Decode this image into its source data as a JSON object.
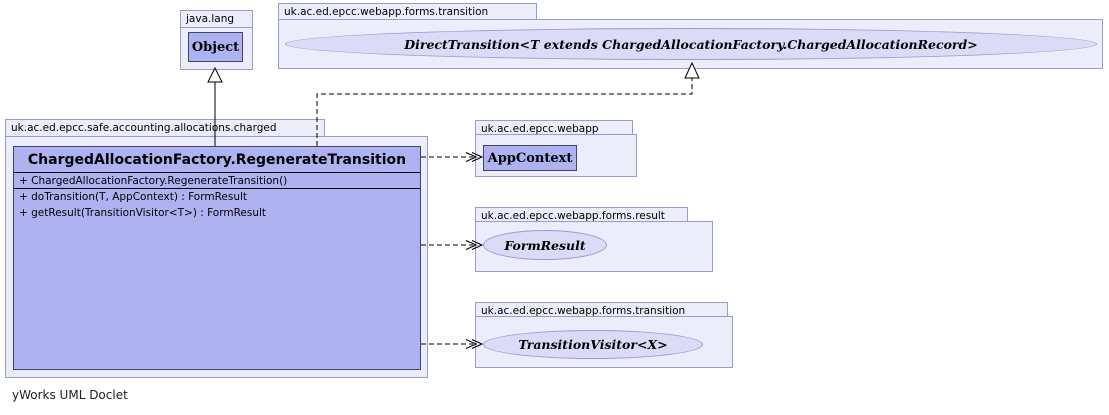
{
  "diagram": {
    "tool_note": "yWorks UML Doclet",
    "colors": {
      "package_fill": "#ECEDFA",
      "package_border": "#9B9DC9",
      "class_fill": "#AFB2F1",
      "class_border": "#44446A",
      "interface_ellipse_fill": "#D9DBF7",
      "connector": "#000000"
    },
    "packages": {
      "java_lang": {
        "label": "java.lang",
        "class_name": "Object"
      },
      "webapp_forms_transition_top": {
        "label": "uk.ac.ed.epcc.webapp.forms.transition",
        "interface_name": "DirectTransition<T extends ChargedAllocationFactory.ChargedAllocationRecord>"
      },
      "charged": {
        "label": "uk.ac.ed.epcc.safe.accounting.allocations.charged",
        "class_name": "ChargedAllocationFactory.RegenerateTransition",
        "constructor": "+ ChargedAllocationFactory.RegenerateTransition()",
        "methods": [
          "+ doTransition(T, AppContext) : FormResult",
          "+ getResult(TransitionVisitor<T>) : FormResult"
        ]
      },
      "webapp": {
        "label": "uk.ac.ed.epcc.webapp",
        "class_name": "AppContext"
      },
      "webapp_forms_result": {
        "label": "uk.ac.ed.epcc.webapp.forms.result",
        "interface_name": "FormResult"
      },
      "webapp_forms_transition_bottom": {
        "label": "uk.ac.ed.epcc.webapp.forms.transition",
        "interface_name": "TransitionVisitor<X>"
      }
    },
    "relations": [
      {
        "type": "generalization",
        "from": "ChargedAllocationFactory.RegenerateTransition",
        "to": "Object",
        "style": "solid-hollow-triangle"
      },
      {
        "type": "realization",
        "from": "ChargedAllocationFactory.RegenerateTransition",
        "to": "DirectTransition<T extends ChargedAllocationFactory.ChargedAllocationRecord>",
        "style": "dashed-hollow-triangle"
      },
      {
        "type": "dependency",
        "from": "ChargedAllocationFactory.RegenerateTransition",
        "to": "AppContext",
        "style": "dashed-open-arrow"
      },
      {
        "type": "dependency",
        "from": "ChargedAllocationFactory.RegenerateTransition",
        "to": "FormResult",
        "style": "dashed-open-arrow"
      },
      {
        "type": "dependency",
        "from": "ChargedAllocationFactory.RegenerateTransition",
        "to": "TransitionVisitor<X>",
        "style": "dashed-open-arrow"
      }
    ]
  }
}
